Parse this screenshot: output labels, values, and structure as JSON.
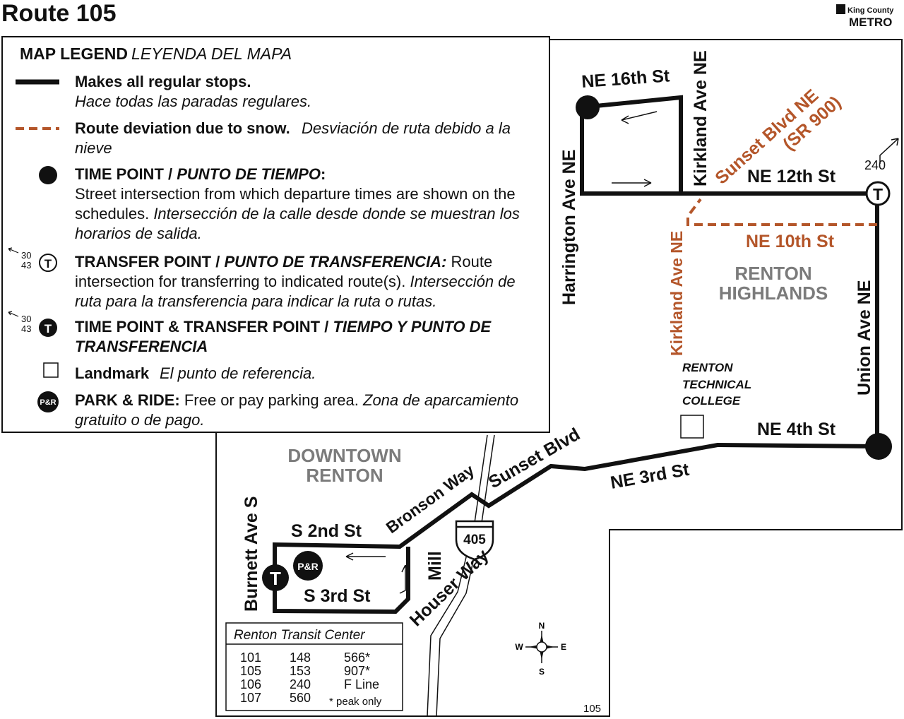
{
  "header": {
    "title": "Route 105",
    "agency_top": "King County",
    "agency_bottom": "METRO"
  },
  "legend": {
    "title": "MAP LEGEND",
    "title_es": "LEYENDA DEL MAPA",
    "regular_stops": "Makes all regular stops.",
    "regular_stops_es": "Hace todas las paradas regulares.",
    "deviation": "Route deviation due to snow.",
    "deviation_es_1": "Desviación de ruta debido a la",
    "deviation_es_2": "nieve",
    "time_point": "TIME POINT / ",
    "time_point_es": "PUNTO DE TIEMPO",
    "time_point_colon": ":",
    "time_point_desc_1": "Street intersection from which departure times are shown on the",
    "time_point_desc_2": "schedules.",
    "time_point_desc_es_2": "Intersección de la calle desde donde se muestran los",
    "time_point_desc_es_3": "horarios de salida.",
    "transfer_point": "TRANSFER POINT / ",
    "transfer_point_es": "PUNTO DE TRANSFERENCIA:",
    "transfer_point_desc_1": "Route",
    "transfer_point_desc_2": "intersection for transferring to indicated route(s).",
    "transfer_point_desc_es_2": "Intersección de",
    "transfer_point_desc_es_3": "ruta para la transferencia para indicar la ruta o rutas.",
    "time_transfer": "TIME POINT & TRANSFER POINT / ",
    "time_transfer_es_1": "TIEMPO Y PUNTO DE",
    "time_transfer_es_2": "TRANSFERENCIA",
    "landmark": "Landmark",
    "landmark_es": "El punto de referencia.",
    "park_ride": "PARK & RIDE:",
    "park_ride_desc": "Free or pay parking area.",
    "park_ride_es_1": "Zona de aparcamiento",
    "park_ride_es_2": "gratuito o de pago.",
    "example_route_a": "30",
    "example_route_b": "43",
    "t_symbol": "T",
    "pr_symbol": "P&R"
  },
  "streets": {
    "ne16": "NE 16th St",
    "harrington": "Harrington Ave NE",
    "kirkland_north": "Kirkland Ave NE",
    "sunset_ne_1": "Sunset Blvd NE",
    "sunset_ne_2": "(SR 900)",
    "ne12": "NE 12th St",
    "route_240": "240",
    "ne10": "NE 10th St",
    "kirkland_south": "Kirkland Ave NE",
    "union": "Union Ave NE",
    "ne4": "NE 4th St",
    "ne3": "NE 3rd St",
    "sunset_blvd": "Sunset Blvd",
    "bronson": "Bronson Way",
    "s2": "S 2nd St",
    "s3": "S 3rd St",
    "mill": "Mill",
    "houser": "Houser Way",
    "burnett": "Burnett Ave S",
    "i405": "405"
  },
  "areas": {
    "renton_highlands_1": "RENTON",
    "renton_highlands_2": "HIGHLANDS",
    "downtown_1": "DOWNTOWN",
    "downtown_2": "RENTON",
    "college_1": "RENTON",
    "college_2": "TECHNICAL",
    "college_3": "COLLEGE"
  },
  "transit_center": {
    "title": "Renton Transit Center",
    "routes": [
      [
        "101",
        "148",
        "566*"
      ],
      [
        "105",
        "153",
        "907*"
      ],
      [
        "106",
        "240",
        "F Line"
      ],
      [
        "107",
        "560",
        "* peak only"
      ]
    ]
  },
  "compass": {
    "n": "N",
    "s": "S",
    "e": "E",
    "w": "W"
  },
  "footer": {
    "route_number": "105"
  },
  "colors": {
    "route": "#111111",
    "deviation": "#b4562a",
    "area_label": "#7b7b7b"
  }
}
